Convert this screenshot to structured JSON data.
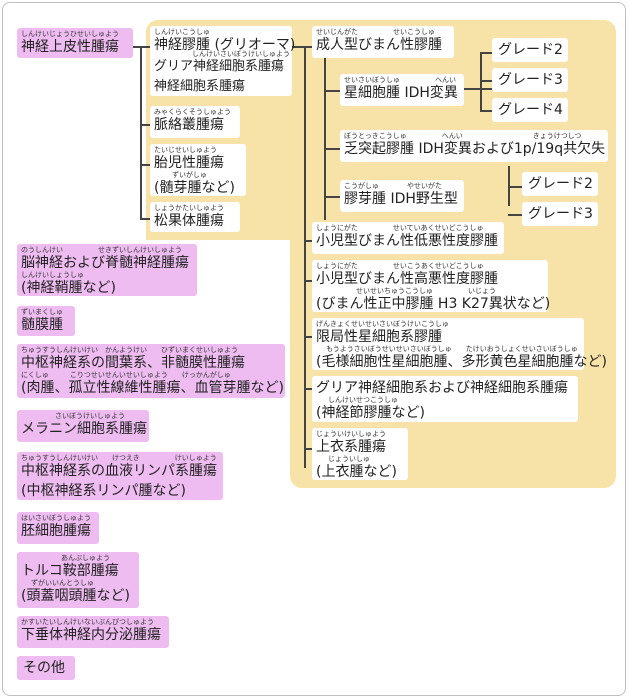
{
  "pink": {
    "spinal": {
      "ruby": "しんけいじょうひせいしゅよう",
      "label": "神経上皮性腫瘍"
    },
    "cranial": {
      "ruby": "のうしんけい　　　　　せきずいしんけいしゅよう",
      "label": "脳神経および脊髄神経腫瘍",
      "ruby2": "しんけいしょうしゅ",
      "label2": "(神経鞘腫など)"
    },
    "meningioma": {
      "ruby": "ずいまくしゅ",
      "label": "髄膜腫"
    },
    "mesenchymal": {
      "ruby": "ちゅうすうしんけいけい　かんようけい　　ひずいまくせいしゅよう",
      "label": "中枢神経系の間葉系、非髄膜性腫瘍",
      "ruby2": "にくしゅ　　　こりつせいせんいせいしゅよう　　けっかんがしゅ",
      "label2": "(肉腫、孤立性線維性腫瘍、血管芽腫など)"
    },
    "melanocytic": {
      "ruby": "さいぼうけいしゅよう",
      "label": "メラニン細胞系腫瘍"
    },
    "lymphoma": {
      "ruby": "ちゅうすうしんけいけい　　けつえき　　　　　けいしゅよう",
      "label": "中枢神経系の血液リンパ系腫瘍",
      "label2": "(中枢神経系リンパ腫など)"
    },
    "germ": {
      "ruby": "はいさいぼうしゅよう",
      "label": "胚細胞腫瘍"
    },
    "sellar": {
      "ruby": "あんぶしゅよう",
      "label": "トルコ鞍部腫瘍",
      "ruby2": "ずがいいんとうしゅ",
      "label2": "(頭蓋咽頭腫など)"
    },
    "pituitary": {
      "ruby": "かすいたいしんけいないぶんぴつしゅよう",
      "label": "下垂体神経内分泌腫瘍"
    },
    "other": {
      "label": "その他"
    }
  },
  "left": {
    "glioma": {
      "ruby": "しんけいこうしゅ",
      "label": "神経膠腫 (グリオーマ)",
      "ruby2": "しんけいさいぼうけいしゅよう",
      "label2": "グリア神経細胞系腫瘍",
      "label3": "神経細胞系腫瘍"
    },
    "choroid": {
      "ruby": "みゃくらくそうしゅよう",
      "label": "脈絡叢腫瘍"
    },
    "embryonal": {
      "ruby": "たいじせいしゅよう",
      "label": "胎児性腫瘍",
      "ruby2": "ずいがしゅ",
      "label2": "(髄芽腫など)"
    },
    "pineal": {
      "ruby": "しょうかたいしゅよう",
      "label": "松果体腫瘍"
    }
  },
  "mid": {
    "adult": {
      "ruby": "せいじんがた　　　　　せいこうしゅ",
      "label": "成人型びまん性膠腫"
    },
    "pedlow": {
      "ruby": "しょうにがた　　　　　せいていあくせいどこうしゅ",
      "label": "小児型びまん性低悪性度膠腫"
    },
    "pedhigh": {
      "ruby": "しょうにがた　　　　　せいこうあくせいどこうしゅ",
      "label": "小児型びまん性高悪性度膠腫",
      "ruby2": "せいせいちゅうこうしゅ　　　　　いじょう",
      "label2": "(びまん性正中膠腫 H3 K27異状など)"
    },
    "circ": {
      "ruby": "げんきょくせいせいさいぼうけいこうしゅ",
      "label": "限局性星細胞系膠腫",
      "ruby2": "もうようさいぼうせいせいさいぼうしゅ　　たけいおうしょくせいさいぼうしゅ",
      "label2": "(毛様細胞性星細胞腫、多形黄色星細胞腫など)"
    },
    "glioneuronal": {
      "label": "グリア神経細胞系および神経細胞系腫瘍",
      "ruby2": "しんけいせつこうしゅ",
      "label2": "(神経節膠腫など)"
    },
    "ependymal": {
      "ruby": "じょういけいしゅよう",
      "label": "上衣系腫瘍",
      "ruby2": "じょういしゅ",
      "label2": "(上衣腫など)"
    }
  },
  "sub": {
    "astro": {
      "ruby": "せいさいぼうしゅ　　　　　へんい",
      "label": "星細胞腫 IDH変異"
    },
    "oligo": {
      "ruby": "ぼうとっきこうしゅ　　　　　へんい　　　　　　　　　　きょうけつしつ",
      "label": "乏突起膠腫 IDH変異および1p/19q共欠失"
    },
    "gbm": {
      "ruby": "こうがしゅ　　　　やせいがた",
      "label": "膠芽腫 IDH野生型"
    }
  },
  "grades": {
    "astro": [
      "グレード2",
      "グレード3",
      "グレード4"
    ],
    "oligo": [
      "グレード2",
      "グレード3"
    ]
  }
}
